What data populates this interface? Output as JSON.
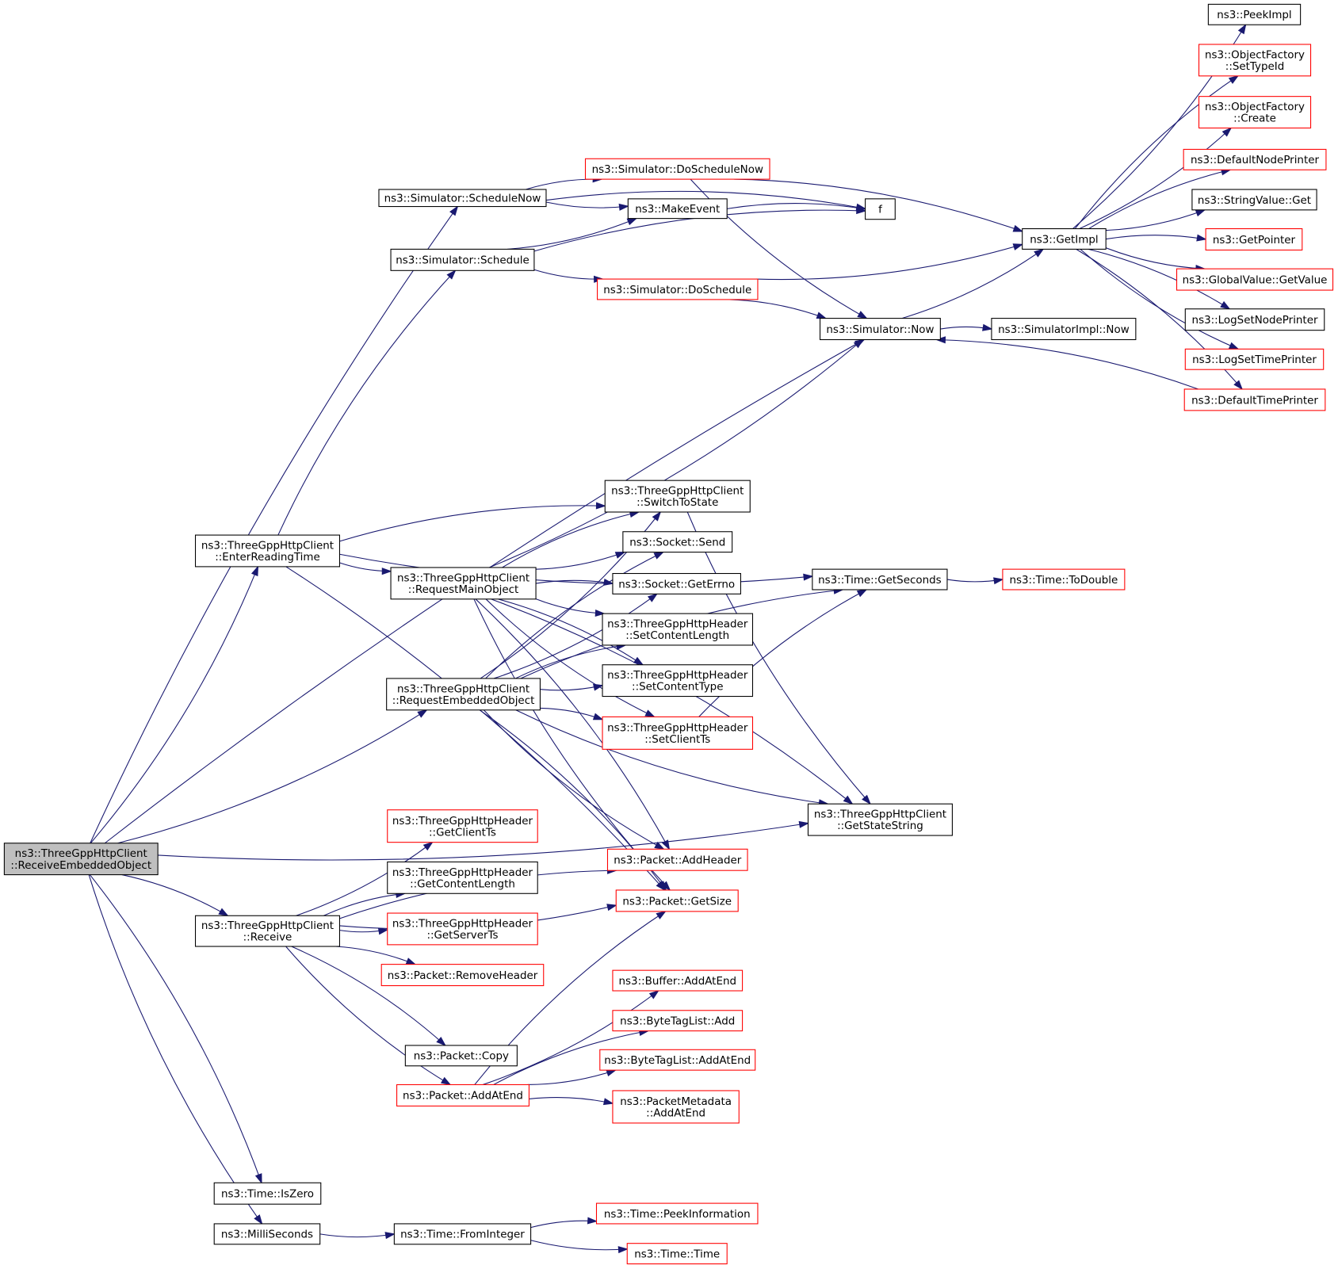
{
  "diagram": {
    "type": "call-graph",
    "title": "ns3::ThreeGppHttpClient::ReceiveEmbeddedObject call graph",
    "colors": {
      "edge": "#191970",
      "node_border": "#000000",
      "missing_border": "#ff0000",
      "root_fill": "#bfbfbf"
    },
    "nodes": [
      {
        "id": "root",
        "lines": [
          "ns3::ThreeGppHttpClient",
          "::ReceiveEmbeddedObject"
        ],
        "style": "root"
      },
      {
        "id": "scheduleNow",
        "lines": [
          "ns3::Simulator::ScheduleNow"
        ],
        "style": "normal"
      },
      {
        "id": "schedule",
        "lines": [
          "ns3::Simulator::Schedule"
        ],
        "style": "normal"
      },
      {
        "id": "enterReading",
        "lines": [
          "ns3::ThreeGppHttpClient",
          "::EnterReadingTime"
        ],
        "style": "normal"
      },
      {
        "id": "requestMain",
        "lines": [
          "ns3::ThreeGppHttpClient",
          "::RequestMainObject"
        ],
        "style": "normal"
      },
      {
        "id": "requestEmb",
        "lines": [
          "ns3::ThreeGppHttpClient",
          "::RequestEmbeddedObject"
        ],
        "style": "normal"
      },
      {
        "id": "receive",
        "lines": [
          "ns3::ThreeGppHttpClient",
          "::Receive"
        ],
        "style": "normal"
      },
      {
        "id": "isZero",
        "lines": [
          "ns3::Time::IsZero"
        ],
        "style": "normal"
      },
      {
        "id": "milli",
        "lines": [
          "ns3::MilliSeconds"
        ],
        "style": "normal"
      },
      {
        "id": "doScheduleNow",
        "lines": [
          "ns3::Simulator::DoScheduleNow"
        ],
        "style": "missing"
      },
      {
        "id": "makeEvent",
        "lines": [
          "ns3::MakeEvent"
        ],
        "style": "normal"
      },
      {
        "id": "doSchedule",
        "lines": [
          "ns3::Simulator::DoSchedule"
        ],
        "style": "missing"
      },
      {
        "id": "f",
        "lines": [
          "f"
        ],
        "style": "normal"
      },
      {
        "id": "simNow",
        "lines": [
          "ns3::Simulator::Now"
        ],
        "style": "normal"
      },
      {
        "id": "simImplNow",
        "lines": [
          "ns3::SimulatorImpl::Now"
        ],
        "style": "normal"
      },
      {
        "id": "getImpl",
        "lines": [
          "ns3::GetImpl"
        ],
        "style": "normal"
      },
      {
        "id": "peekImpl",
        "lines": [
          "ns3::PeekImpl"
        ],
        "style": "normal"
      },
      {
        "id": "ofSetTypeId",
        "lines": [
          "ns3::ObjectFactory",
          "::SetTypeId"
        ],
        "style": "missing"
      },
      {
        "id": "ofCreate",
        "lines": [
          "ns3::ObjectFactory",
          "::Create"
        ],
        "style": "missing"
      },
      {
        "id": "defNodePrinter",
        "lines": [
          "ns3::DefaultNodePrinter"
        ],
        "style": "missing"
      },
      {
        "id": "stringValueGet",
        "lines": [
          "ns3::StringValue::Get"
        ],
        "style": "normal"
      },
      {
        "id": "getPointer",
        "lines": [
          "ns3::GetPointer"
        ],
        "style": "missing"
      },
      {
        "id": "globalGetValue",
        "lines": [
          "ns3::GlobalValue::GetValue"
        ],
        "style": "missing"
      },
      {
        "id": "logSetNodePrinter",
        "lines": [
          "ns3::LogSetNodePrinter"
        ],
        "style": "normal"
      },
      {
        "id": "logSetTimePrinter",
        "lines": [
          "ns3::LogSetTimePrinter"
        ],
        "style": "missing"
      },
      {
        "id": "defTimePrinter",
        "lines": [
          "ns3::DefaultTimePrinter"
        ],
        "style": "missing"
      },
      {
        "id": "switchToState",
        "lines": [
          "ns3::ThreeGppHttpClient",
          "::SwitchToState"
        ],
        "style": "normal"
      },
      {
        "id": "socketSend",
        "lines": [
          "ns3::Socket::Send"
        ],
        "style": "normal"
      },
      {
        "id": "socketGetErrno",
        "lines": [
          "ns3::Socket::GetErrno"
        ],
        "style": "normal"
      },
      {
        "id": "setContentLength",
        "lines": [
          "ns3::ThreeGppHttpHeader",
          "::SetContentLength"
        ],
        "style": "normal"
      },
      {
        "id": "setContentType",
        "lines": [
          "ns3::ThreeGppHttpHeader",
          "::SetContentType"
        ],
        "style": "normal"
      },
      {
        "id": "setClientTs",
        "lines": [
          "ns3::ThreeGppHttpHeader",
          "::SetClientTs"
        ],
        "style": "missing"
      },
      {
        "id": "getSeconds",
        "lines": [
          "ns3::Time::GetSeconds"
        ],
        "style": "normal"
      },
      {
        "id": "toDouble",
        "lines": [
          "ns3::Time::ToDouble"
        ],
        "style": "missing"
      },
      {
        "id": "getStateString",
        "lines": [
          "ns3::ThreeGppHttpClient",
          "::GetStateString"
        ],
        "style": "normal"
      },
      {
        "id": "getClientTs",
        "lines": [
          "ns3::ThreeGppHttpHeader",
          "::GetClientTs"
        ],
        "style": "missing"
      },
      {
        "id": "getContentLength",
        "lines": [
          "ns3::ThreeGppHttpHeader",
          "::GetContentLength"
        ],
        "style": "normal"
      },
      {
        "id": "getServerTs",
        "lines": [
          "ns3::ThreeGppHttpHeader",
          "::GetServerTs"
        ],
        "style": "missing"
      },
      {
        "id": "removeHeader",
        "lines": [
          "ns3::Packet::RemoveHeader"
        ],
        "style": "missing"
      },
      {
        "id": "addHeader",
        "lines": [
          "ns3::Packet::AddHeader"
        ],
        "style": "missing"
      },
      {
        "id": "getSize",
        "lines": [
          "ns3::Packet::GetSize"
        ],
        "style": "missing"
      },
      {
        "id": "packetCopy",
        "lines": [
          "ns3::Packet::Copy"
        ],
        "style": "normal"
      },
      {
        "id": "packetAddAtEnd",
        "lines": [
          "ns3::Packet::AddAtEnd"
        ],
        "style": "missing"
      },
      {
        "id": "bufferAddAtEnd",
        "lines": [
          "ns3::Buffer::AddAtEnd"
        ],
        "style": "missing"
      },
      {
        "id": "btlAdd",
        "lines": [
          "ns3::ByteTagList::Add"
        ],
        "style": "missing"
      },
      {
        "id": "btlAddAtEnd",
        "lines": [
          "ns3::ByteTagList::AddAtEnd"
        ],
        "style": "missing"
      },
      {
        "id": "pmAddAtEnd",
        "lines": [
          "ns3::PacketMetadata",
          "::AddAtEnd"
        ],
        "style": "missing"
      },
      {
        "id": "fromInteger",
        "lines": [
          "ns3::Time::FromInteger"
        ],
        "style": "normal"
      },
      {
        "id": "peekInformation",
        "lines": [
          "ns3::Time::PeekInformation"
        ],
        "style": "missing"
      },
      {
        "id": "timeTime",
        "lines": [
          "ns3::Time::Time"
        ],
        "style": "missing"
      }
    ],
    "edges": [
      [
        "root",
        "scheduleNow"
      ],
      [
        "root",
        "enterReading"
      ],
      [
        "root",
        "simNow"
      ],
      [
        "root",
        "requestEmb"
      ],
      [
        "root",
        "receive"
      ],
      [
        "root",
        "getStateString"
      ],
      [
        "root",
        "isZero"
      ],
      [
        "root",
        "milli"
      ],
      [
        "scheduleNow",
        "doScheduleNow"
      ],
      [
        "scheduleNow",
        "makeEvent"
      ],
      [
        "scheduleNow",
        "f"
      ],
      [
        "schedule",
        "makeEvent"
      ],
      [
        "schedule",
        "f"
      ],
      [
        "schedule",
        "doSchedule"
      ],
      [
        "doScheduleNow",
        "getImpl"
      ],
      [
        "doScheduleNow",
        "simNow"
      ],
      [
        "makeEvent",
        "f"
      ],
      [
        "doSchedule",
        "getImpl"
      ],
      [
        "doSchedule",
        "simNow"
      ],
      [
        "simNow",
        "getImpl"
      ],
      [
        "simNow",
        "simImplNow"
      ],
      [
        "getImpl",
        "peekImpl"
      ],
      [
        "getImpl",
        "ofSetTypeId"
      ],
      [
        "getImpl",
        "ofCreate"
      ],
      [
        "getImpl",
        "defNodePrinter"
      ],
      [
        "getImpl",
        "stringValueGet"
      ],
      [
        "getImpl",
        "getPointer"
      ],
      [
        "getImpl",
        "globalGetValue"
      ],
      [
        "getImpl",
        "logSetNodePrinter"
      ],
      [
        "getImpl",
        "logSetTimePrinter"
      ],
      [
        "getImpl",
        "defTimePrinter"
      ],
      [
        "defTimePrinter",
        "simNow"
      ],
      [
        "enterReading",
        "schedule"
      ],
      [
        "enterReading",
        "getSeconds"
      ],
      [
        "enterReading",
        "switchToState"
      ],
      [
        "enterReading",
        "requestMain"
      ],
      [
        "enterReading",
        "getSize"
      ],
      [
        "requestMain",
        "simNow"
      ],
      [
        "requestMain",
        "switchToState"
      ],
      [
        "requestMain",
        "socketSend"
      ],
      [
        "requestMain",
        "socketGetErrno"
      ],
      [
        "requestMain",
        "setContentLength"
      ],
      [
        "requestMain",
        "setContentType"
      ],
      [
        "requestMain",
        "setClientTs"
      ],
      [
        "requestMain",
        "addHeader"
      ],
      [
        "requestMain",
        "getSize"
      ],
      [
        "requestMain",
        "getStateString"
      ],
      [
        "requestEmb",
        "switchToState"
      ],
      [
        "requestEmb",
        "socketSend"
      ],
      [
        "requestEmb",
        "socketGetErrno"
      ],
      [
        "requestEmb",
        "setContentLength"
      ],
      [
        "requestEmb",
        "setContentType"
      ],
      [
        "requestEmb",
        "setClientTs"
      ],
      [
        "requestEmb",
        "addHeader"
      ],
      [
        "requestEmb",
        "getSize"
      ],
      [
        "requestEmb",
        "getStateString"
      ],
      [
        "requestEmb",
        "getSeconds"
      ],
      [
        "switchToState",
        "getStateString"
      ],
      [
        "setClientTs",
        "getSeconds"
      ],
      [
        "getSeconds",
        "toDouble"
      ],
      [
        "receive",
        "addHeader"
      ],
      [
        "receive",
        "getClientTs"
      ],
      [
        "receive",
        "getContentLength"
      ],
      [
        "receive",
        "getServerTs"
      ],
      [
        "receive",
        "removeHeader"
      ],
      [
        "receive",
        "getSize"
      ],
      [
        "receive",
        "packetCopy"
      ],
      [
        "receive",
        "packetAddAtEnd"
      ],
      [
        "packetAddAtEnd",
        "getSize"
      ],
      [
        "packetAddAtEnd",
        "bufferAddAtEnd"
      ],
      [
        "packetAddAtEnd",
        "btlAdd"
      ],
      [
        "packetAddAtEnd",
        "btlAddAtEnd"
      ],
      [
        "packetAddAtEnd",
        "pmAddAtEnd"
      ],
      [
        "milli",
        "fromInteger"
      ],
      [
        "fromInteger",
        "peekInformation"
      ],
      [
        "fromInteger",
        "timeTime"
      ]
    ]
  }
}
